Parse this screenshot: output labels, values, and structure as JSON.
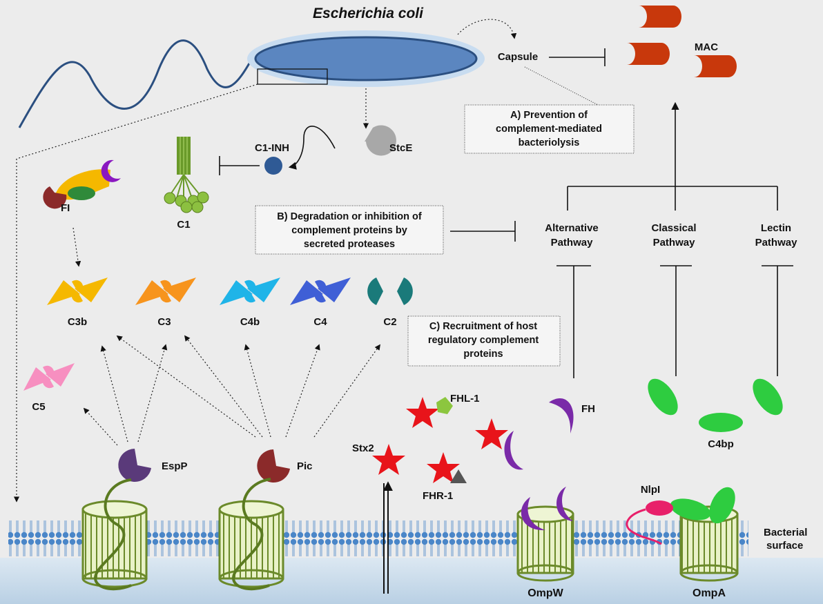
{
  "title": "Escherichia coli",
  "capsule": "Capsule",
  "mac": "MAC",
  "boxes": {
    "a": [
      "A) Prevention of",
      "complement-mediated",
      "bacteriolysis"
    ],
    "b": [
      "B) Degradation or inhibition of",
      "complement proteins by",
      "secreted proteases"
    ],
    "c": [
      "C) Recruitment of host",
      "regulatory complement",
      "proteins"
    ]
  },
  "pathways": {
    "alternative": [
      "Alternative",
      "Pathway"
    ],
    "classical": [
      "Classical",
      "Pathway"
    ],
    "lectin": [
      "Lectin",
      "Pathway"
    ]
  },
  "proteins": {
    "c1_inh": "C1-INH",
    "stce": "StcE",
    "fi": "FI",
    "c1": "C1",
    "c3b": "C3b",
    "c3": "C3",
    "c4b": "C4b",
    "c4": "C4",
    "c2": "C2",
    "c5": "C5",
    "espp": "EspP",
    "pic": "Pic",
    "stx2": "Stx2",
    "fhl1": "FHL-1",
    "fh": "FH",
    "fhr1": "FHR-1",
    "c4bp": "C4bp",
    "nlpi": "NlpI",
    "ompw": "OmpW",
    "ompa": "OmpA",
    "surface": [
      "Bacterial",
      "surface"
    ]
  },
  "colors": {
    "c3b": "#f5b800",
    "c3": "#f7941d",
    "c4b": "#1fb4e8",
    "c4": "#3f5fd6",
    "c2": "#1a7a7a",
    "c5": "#f78fc0",
    "mac": "#c8380c",
    "green": "#2ecc40",
    "purple": "#6a2aa0",
    "maroon": "#8b2a2a",
    "bacterium": "#5b86c0"
  }
}
